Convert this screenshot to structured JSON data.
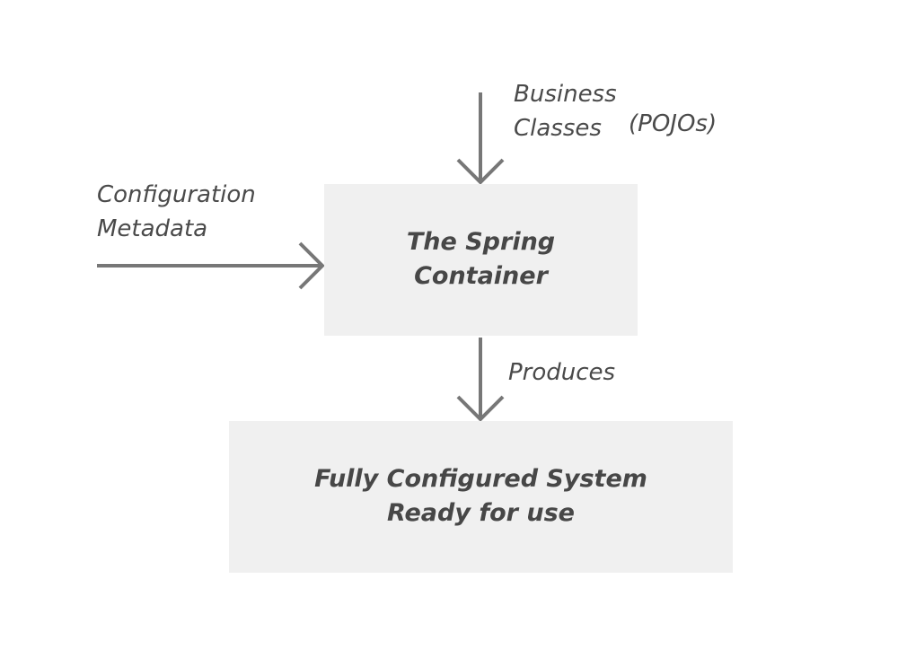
{
  "diagram": {
    "inputs": {
      "business_classes": [
        "Business",
        "Classes"
      ],
      "pojos": "(POJOs)",
      "configuration_metadata": [
        "Configuration",
        "Metadata"
      ]
    },
    "container": {
      "lines": [
        "The Spring",
        "Container"
      ]
    },
    "edge_label": "Produces",
    "output": {
      "lines": [
        "Fully Configured System",
        "Ready for use"
      ]
    },
    "colors": {
      "arrow": "#777777",
      "box_fill": "#f0f0f0",
      "text": "#4a4a4a",
      "background": "#ffffff"
    }
  }
}
